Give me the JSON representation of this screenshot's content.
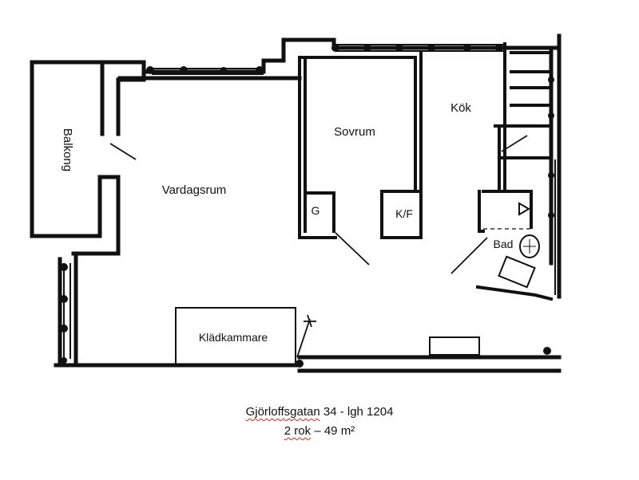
{
  "rooms": {
    "balcony": "Balkong",
    "living_room": "Vardagsrum",
    "bedroom": "Sovrum",
    "kitchen": "Kök",
    "wardrobe": "G",
    "fridge_freezer": "K/F",
    "bathroom": "Bad",
    "walk_in_closet": "Klädkammare"
  },
  "caption": {
    "address_street": "Gjörloffsgatan",
    "address_rest": "34 - lgh 1204",
    "size_rooms": "2 rok",
    "size_rest": "– 49 m²"
  }
}
